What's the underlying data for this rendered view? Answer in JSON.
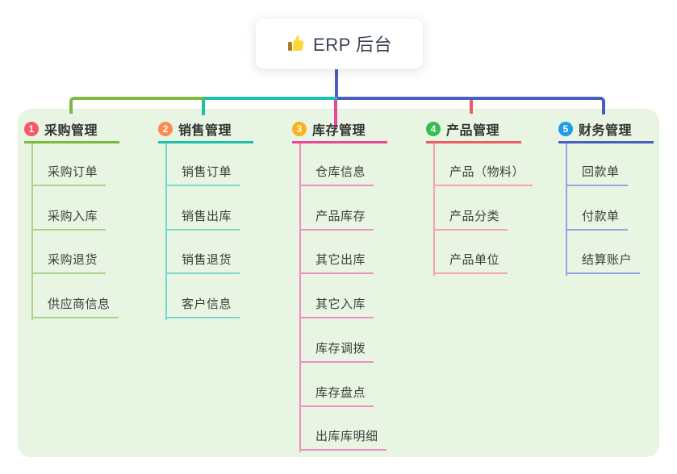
{
  "root": {
    "label": "ERP 后台",
    "icon": "thumbs-up-icon"
  },
  "canvas": {
    "background_color": "#ffffff",
    "panel_color": "#e8f5e2",
    "root_connector_color": "#4a5ec1"
  },
  "branches": [
    {
      "num": "1",
      "label": "采购管理",
      "badge_color": "#f7566b",
      "line_color": "#7cb93e",
      "child_line_color": "#a9d489",
      "children": [
        "采购订单",
        "采购入库",
        "采购退货",
        "供应商信息"
      ]
    },
    {
      "num": "2",
      "label": "销售管理",
      "badge_color": "#ff8a50",
      "line_color": "#1fbfb0",
      "child_line_color": "#7ad6cb",
      "children": [
        "销售订单",
        "销售出库",
        "销售退货",
        "客户信息"
      ]
    },
    {
      "num": "3",
      "label": "库存管理",
      "badge_color": "#ffb020",
      "line_color": "#e8489b",
      "child_line_color": "#f08cc4",
      "children": [
        "仓库信息",
        "产品库存",
        "其它出库",
        "其它入库",
        "库存调拨",
        "库存盘点",
        "出库库明细"
      ]
    },
    {
      "num": "4",
      "label": "产品管理",
      "badge_color": "#33bf52",
      "line_color": "#f05b65",
      "child_line_color": "#f5a3a3",
      "children": [
        "产品（物料）",
        "产品分类",
        "产品单位"
      ]
    },
    {
      "num": "5",
      "label": "财务管理",
      "badge_color": "#1f9cea",
      "line_color": "#4a5ec1",
      "child_line_color": "#92a5e2",
      "children": [
        "回款单",
        "付款单",
        "结算账户"
      ]
    }
  ]
}
